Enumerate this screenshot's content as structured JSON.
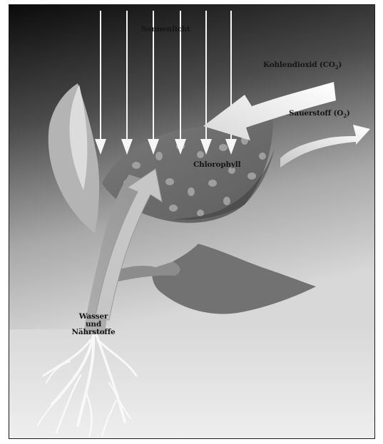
{
  "labels": {
    "sunlight": "Sonnenlicht",
    "co2_text": "Kohlendioxid (CO",
    "co2_sub": "2",
    "co2_close": ")",
    "o2_text": "Sauerstoff (O",
    "o2_sub": "2",
    "o2_close": ")",
    "chlorophyll": "Chlorophyll",
    "water_line1": "Wasser",
    "water_line2": "und",
    "water_line3": "Nährstoffe"
  },
  "colors": {
    "sky_top": "#0d0d0d",
    "sky_mid": "#6f6f6f",
    "sky_bottom": "#d6d6d6",
    "ground": "#e4e4e4",
    "leaf_dark": "#6e6e6e",
    "leaf_mid": "#8c8c8c",
    "stem": "#a9a9a9",
    "arrow_light": "#f2f2f2",
    "spots": "#b8b8b8"
  }
}
